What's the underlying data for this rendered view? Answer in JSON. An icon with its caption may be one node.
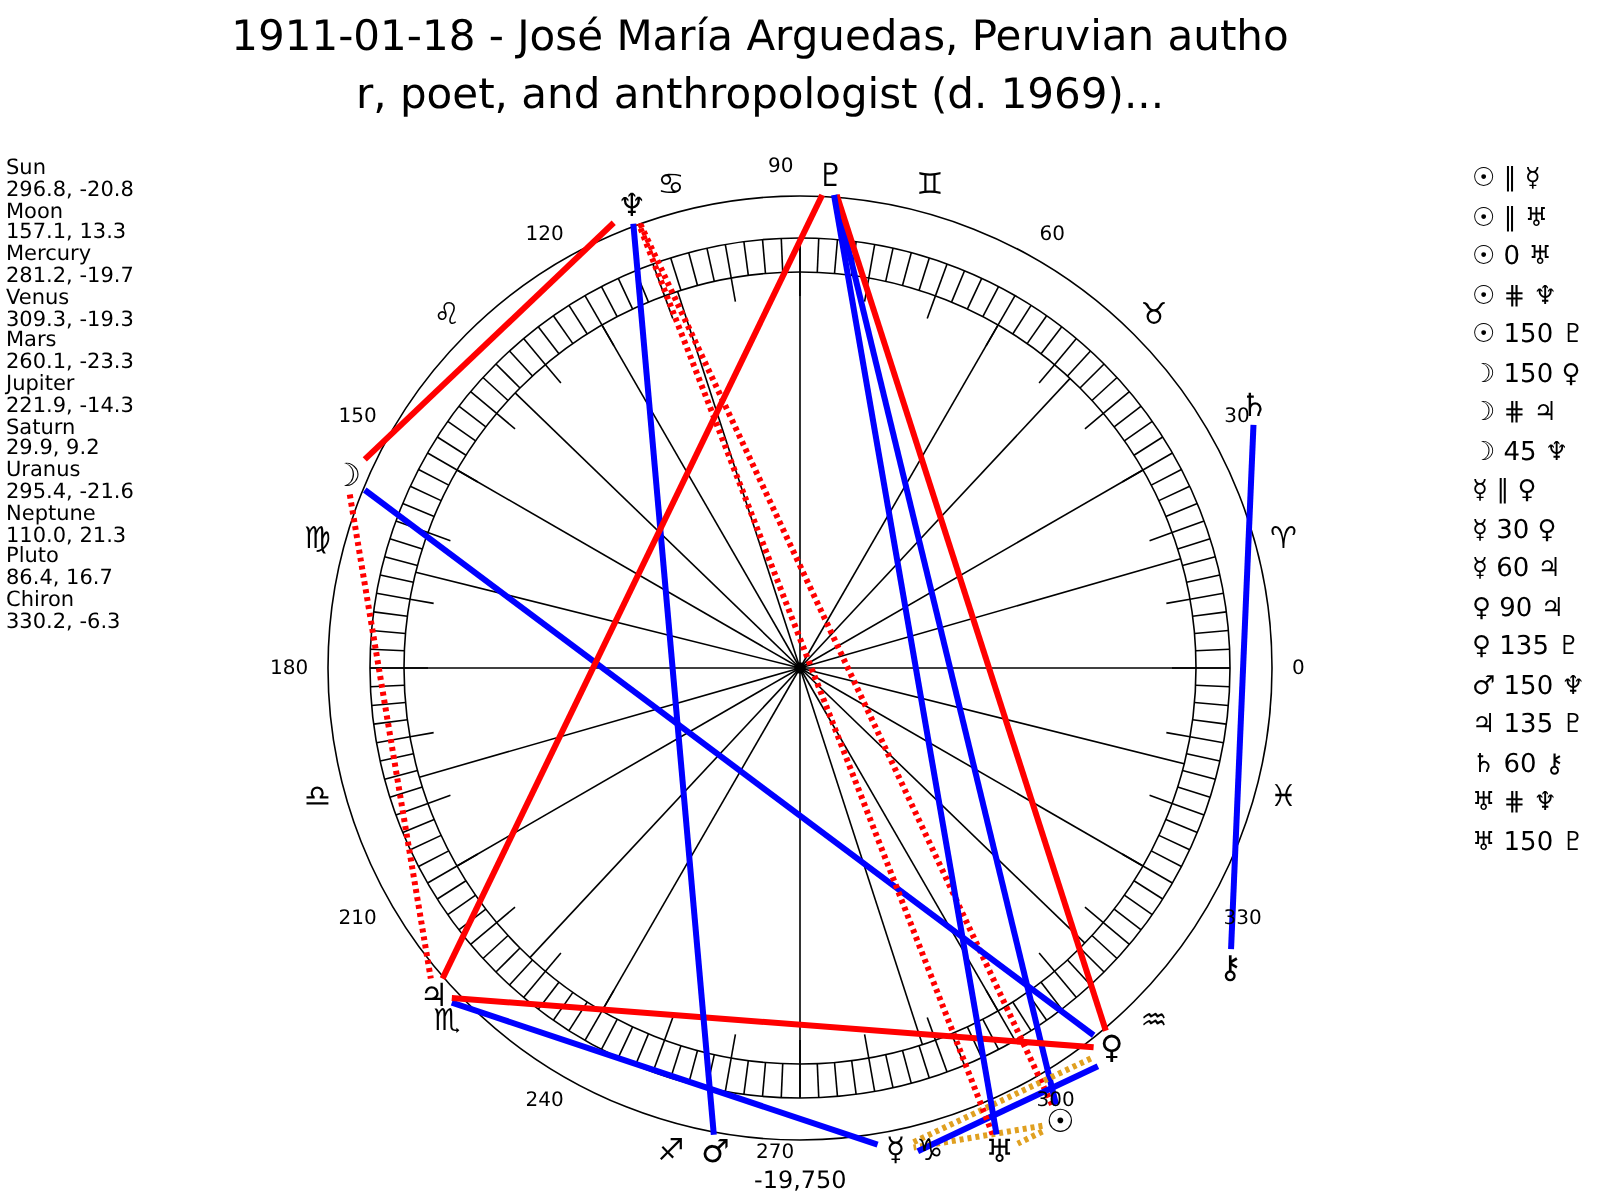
{
  "diagram": {
    "title": "1911-01-18 - José María Arguedas, Peruvian author, poet, and anthropologist (d. 1969)...",
    "nodes": [
      {
        "text": [
          "☉"
        ]
      },
      {
        "text": [
          "☽"
        ]
      },
      {
        "text": [
          "☿"
        ]
      },
      {
        "text": [
          "♀"
        ]
      },
      {
        "text": [
          "♂"
        ]
      },
      {
        "text": [
          "♃"
        ]
      },
      {
        "text": [
          "♄"
        ]
      },
      {
        "text": [
          "♅"
        ]
      },
      {
        "text": [
          "♆"
        ]
      },
      {
        "text": [
          "♇"
        ]
      },
      {
        "text": [
          "⚷"
        ]
      }
    ],
    "edges": [
      {
        "from": 0,
        "to": 2,
        "arrow": "none",
        "style": "dashed",
        "color": "#e0a020"
      },
      {
        "from": 0,
        "to": 7,
        "arrow": "none",
        "style": "dashed",
        "color": "#e0a020"
      },
      {
        "from": 0,
        "to": 8,
        "arrow": "none",
        "style": "dashed",
        "color": "#ff0000"
      },
      {
        "from": 0,
        "to": 9,
        "arrow": "none",
        "color": "#0000ff"
      },
      {
        "from": 1,
        "to": 3,
        "arrow": "none",
        "color": "#0000ff"
      },
      {
        "from": 1,
        "to": 5,
        "arrow": "none",
        "style": "dashed",
        "color": "#ff0000"
      },
      {
        "from": 1,
        "to": 8,
        "arrow": "none",
        "color": "#ff0000"
      },
      {
        "from": 2,
        "to": 3,
        "arrow": "none",
        "style": "dashed",
        "color": "#e0a020"
      },
      {
        "from": 2,
        "to": 3,
        "arrow": "none",
        "color": "#0000ff"
      },
      {
        "from": 2,
        "to": 5,
        "arrow": "none",
        "color": "#0000ff"
      },
      {
        "from": 3,
        "to": 5,
        "arrow": "none",
        "color": "#ff0000"
      },
      {
        "from": 3,
        "to": 9,
        "arrow": "none",
        "color": "#ff0000"
      },
      {
        "from": 4,
        "to": 8,
        "arrow": "none",
        "color": "#0000ff"
      },
      {
        "from": 5,
        "to": 9,
        "arrow": "none",
        "color": "#ff0000"
      },
      {
        "from": 6,
        "to": 10,
        "arrow": "none",
        "color": "#0000ff"
      },
      {
        "from": 7,
        "to": 8,
        "arrow": "none",
        "style": "dashed",
        "color": "#ff0000"
      },
      {
        "from": 7,
        "to": 9,
        "arrow": "none",
        "color": "#0000ff"
      }
    ],
    "labels": [
      "Sun",
      "296.8, -20.8",
      "Moon",
      "157.1, 13.3",
      "Mercury",
      "281.2, -19.7",
      "Venus",
      "309.3, -19.3",
      "Mars",
      "260.1, -23.3",
      "Jupiter",
      "221.9, -14.3",
      "Saturn",
      "29.9, 9.2",
      "Uranus",
      "295.4, -21.6",
      "Neptune",
      "110.0, 21.3",
      "Pluto",
      "86.4, 16.7",
      "Chiron",
      "330.2, -6.3",
      "☉ ∥ ☿",
      "☉ ∥ ♅",
      "☉ 0 ♅",
      "☉ ⋕ ♆",
      "☉ 150 ♇",
      "☽ 150 ♀",
      "☽ ⋕ ♃",
      "☽ 45 ♆",
      "☿ ∥ ♀",
      "☿ 30 ♀",
      "☿ 60 ♃",
      "♀ 90 ♃",
      "♀ 135 ♇",
      "♂ 150 ♆",
      "♃ 135 ♇",
      "♄ 60 ⚷",
      "♅ ⋕ ♆",
      "♅ 150 ♇",
      "90",
      "120",
      "60",
      "150",
      "30",
      "180",
      "0",
      "210",
      "330",
      "240",
      "300",
      "270",
      "♊",
      "♋",
      "♉",
      "♌",
      "♈",
      "♍",
      "♓",
      "♎",
      "♒",
      "♏",
      "♑",
      "♐",
      "-19,750"
    ]
  }
}
